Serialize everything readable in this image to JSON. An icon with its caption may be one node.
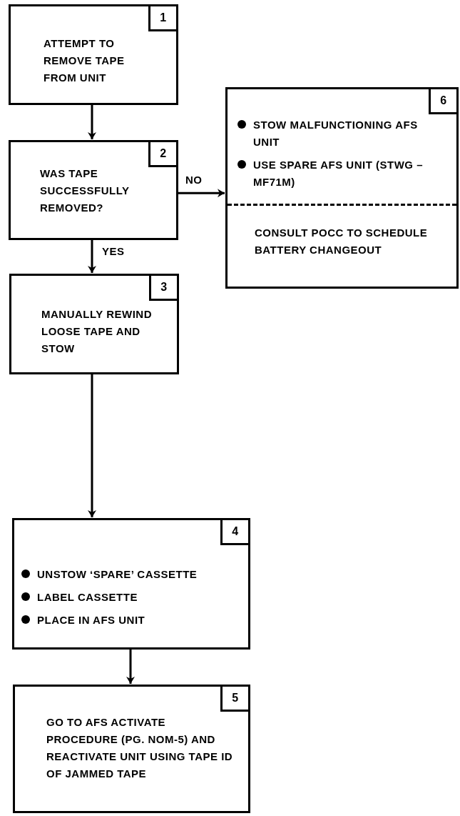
{
  "diagram": {
    "nodes": [
      {
        "text": [
          "ATTEMPT TO REMOVE TAPE FROM UNIT"
        ]
      },
      {
        "text": [
          "1"
        ],
        "in": 0
      },
      {
        "text": [
          "WAS TAPE SUCCESSFULLY REMOVED?"
        ]
      },
      {
        "text": [
          "2"
        ],
        "in": 2
      },
      {
        "text": [
          "STOW MALFUNCTIONING AFS UNIT",
          "USE SPARE AFS UNIT (STWG – MF71M)",
          "CONSULT POCC TO SCHEDULE BATTERY CHANGEOUT"
        ]
      },
      {
        "text": [
          "6"
        ],
        "in": 4
      },
      {
        "text": [
          "MANUALLY REWIND LOOSE TAPE AND STOW"
        ]
      },
      {
        "text": [
          "3"
        ],
        "in": 6
      },
      {
        "text": [
          "UNSTOW ‘SPARE’ CASSETTE",
          "LABEL CASSETTE",
          "PLACE IN AFS UNIT"
        ]
      },
      {
        "text": [
          "4"
        ],
        "in": 8
      },
      {
        "text": [
          "GO TO AFS ACTIVATE PROCEDURE (PG. NOM-5) AND REACTIVATE UNIT USING TAPE ID OF JAMMED TAPE"
        ]
      },
      {
        "text": [
          "5"
        ],
        "in": 10
      }
    ],
    "edges": [
      {
        "from": 0,
        "to": 2,
        "arrow": "to"
      },
      {
        "from": 2,
        "to": 4,
        "arrow": "to",
        "label": "NO"
      },
      {
        "from": 2,
        "to": 6,
        "arrow": "to",
        "label": "YES"
      },
      {
        "from": 6,
        "to": 8,
        "arrow": "to"
      },
      {
        "from": 8,
        "to": 10,
        "arrow": "to"
      }
    ]
  }
}
